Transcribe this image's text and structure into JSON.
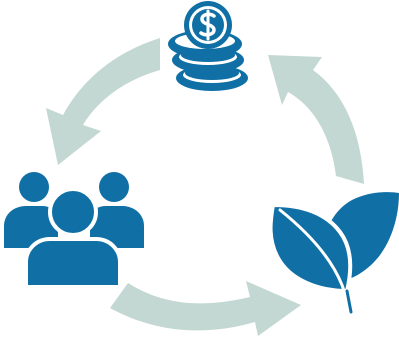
{
  "diagram": {
    "type": "cycle",
    "nodes": [
      {
        "id": "money",
        "icon": "coin-stack-icon"
      },
      {
        "id": "environment",
        "icon": "leaf-icon"
      },
      {
        "id": "people",
        "icon": "people-group-icon"
      }
    ],
    "arrows": [
      {
        "from": "money",
        "to": "people"
      },
      {
        "from": "people",
        "to": "environment"
      },
      {
        "from": "environment",
        "to": "money"
      }
    ],
    "colors": {
      "icon": "#1070a6",
      "arrow": "#c3d8d2",
      "background": "#ffffff"
    }
  }
}
